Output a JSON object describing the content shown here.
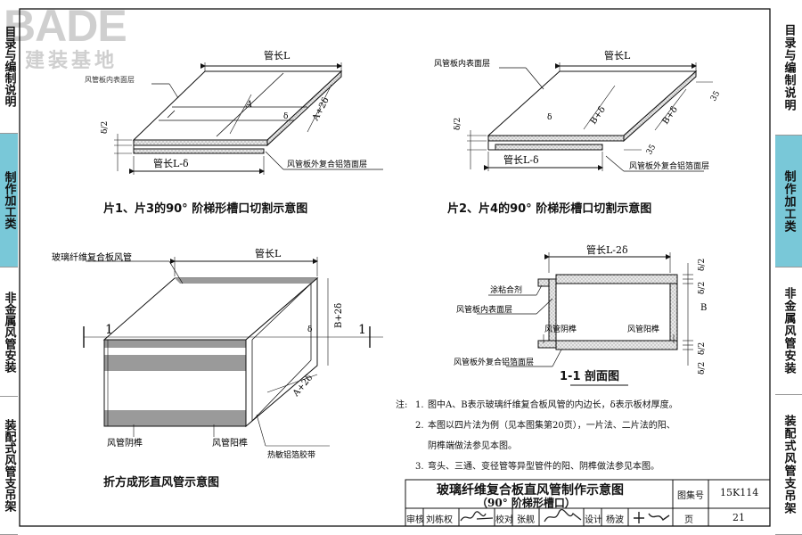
{
  "logo": {
    "brand": "BADE",
    "subtitle": "建装基地"
  },
  "left_strip": [
    {
      "label": "目录与编制说明",
      "active": false
    },
    {
      "label": "制作加工类",
      "active": true
    },
    {
      "label": "非金属风管安装",
      "active": false
    },
    {
      "label": "装配式风管支吊架",
      "active": false
    }
  ],
  "side_tabs": [
    {
      "label": "目录与编制说明",
      "active": false
    },
    {
      "label": "制作加工类",
      "active": true
    },
    {
      "label": "非金属风管安装",
      "active": false
    },
    {
      "label": "装配式风管支吊架",
      "active": false
    }
  ],
  "fig1": {
    "caption": "片1、片3的90° 阶梯形槽口切割示意图",
    "pipe_len": "管长L",
    "pipe_len_minus": "管长L-δ",
    "inner_layer": "风管板内表面层",
    "outer_layer": "风管板外复合铝箔面层",
    "dim_a": "A",
    "dim_a2": "A+2δ",
    "dim_d": "δ",
    "dim_d2": "δ/2"
  },
  "fig2": {
    "caption": "片2、片4的90° 阶梯形槽口切割示意图",
    "pipe_len": "管长L",
    "pipe_len_minus": "管长L-δ",
    "inner_layer": "风管板内表面层",
    "outer_layer": "风管板外复合铝箔面层",
    "dim_b": "B+δ",
    "dim_b2": "B+δ",
    "dim_35": "35",
    "dim_d": "δ",
    "dim_d2": "δ/2"
  },
  "fig3": {
    "caption": "折方成形直风管示意图",
    "duct_label": "玻璃纤维复合板风管",
    "pipe_len": "管长L",
    "female": "风管阴榫",
    "male": "风管阳榫",
    "tape": "热敏铝箔胶带",
    "section_mark": "1",
    "dim_b": "B+2δ",
    "dim_a": "A+2δ",
    "dim_d": "δ"
  },
  "fig4": {
    "caption": "1-1 剖面图",
    "pipe_len": "管长L-2δ",
    "glue": "涂粘合剂",
    "inner_layer": "风管板内表面层",
    "outer_layer": "风管板外复合铝箔面层",
    "female": "风管阴榫",
    "male": "风管阳榫",
    "dim_b": "B",
    "dim_d2": "δ/2"
  },
  "notes": {
    "lead": "注:",
    "items": [
      {
        "num": "1.",
        "text": "图中A、B表示玻璃纤维复合板风管的内边长，δ表示板材厚度。"
      },
      {
        "num": "2.",
        "text": "本图以四片法为例（见本图集第20页），一片法、二片法的阳、"
      },
      {
        "num": "",
        "text": "阴榫端做法参见本图。"
      },
      {
        "num": "3.",
        "text": "弯头、三通、变径管等异型管件的阳、阴榫做法参见本图。"
      }
    ]
  },
  "title_block": {
    "title_line1": "玻璃纤维复合板直风管制作示意图",
    "title_line2": "（90° 阶梯形槽口）",
    "atlas_label": "图集号",
    "atlas_no": "15K114",
    "review_label": "审核",
    "reviewer": "刘栋权",
    "check_label": "校对",
    "checker": "张舰",
    "design_label": "设计",
    "designer": "杨波",
    "page_label": "页",
    "page_no": "21"
  }
}
